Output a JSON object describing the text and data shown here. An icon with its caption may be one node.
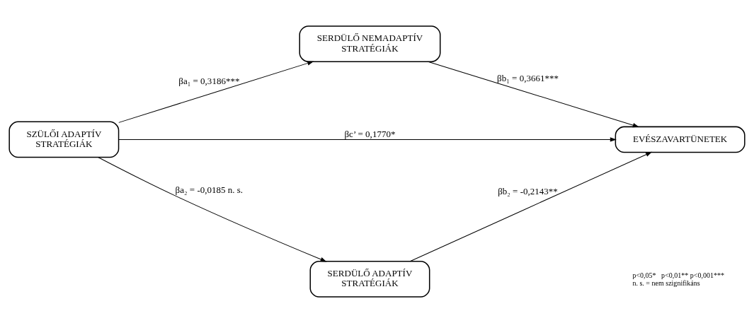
{
  "diagram": {
    "nodes": [
      {
        "text": [
          "SERDÜLŐ NEMADAPTÍV STRATÉGIÁK"
        ]
      },
      {
        "text": [
          "SZÜLŐI ADAPTÍV STRATÉGIÁK"
        ]
      },
      {
        "text": [
          "EVÉSZAVARTÜNETEK"
        ]
      },
      {
        "text": [
          "SERDÜLŐ ADAPTÍV STRATÉGIÁK"
        ]
      }
    ],
    "edges": [
      {
        "from": 1,
        "to": 0,
        "arrow": "to",
        "label": "βa₁ = 0,3186***"
      },
      {
        "from": 0,
        "to": 2,
        "arrow": "to",
        "label": "βb₁ = 0,3661***"
      },
      {
        "from": 1,
        "to": 2,
        "arrow": "to",
        "label": "βc’ = 0,1770*"
      },
      {
        "from": 1,
        "to": 3,
        "arrow": "to",
        "label": "βa₂ = -0,0185 n. s."
      },
      {
        "from": 3,
        "to": 2,
        "arrow": "to",
        "label": "βb₂ = -0,2143**"
      }
    ],
    "labels": [
      "p<0,05*   p<0,01** p<0,001***",
      "n. s. = nem szignifikáns"
    ]
  }
}
